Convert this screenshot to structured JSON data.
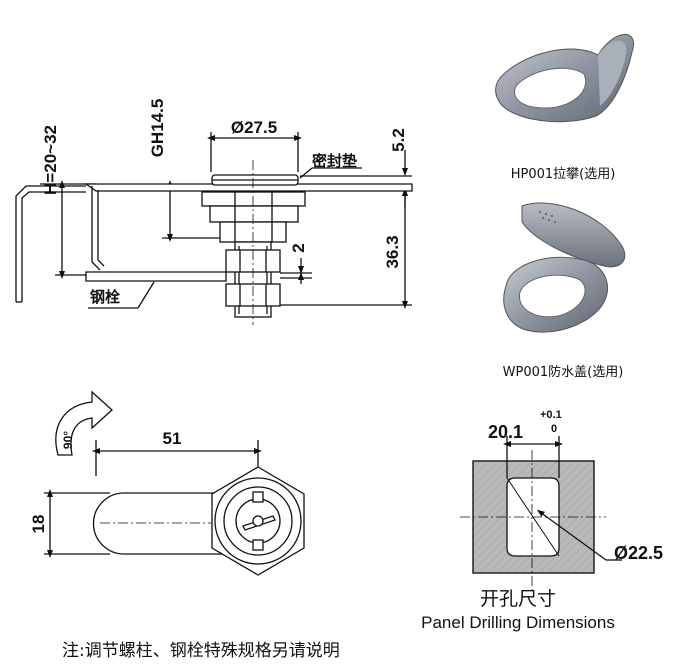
{
  "side_view": {
    "h_range": "H=20~32",
    "gh": "GH14.5",
    "diameter": "Ø27.5",
    "gasket_label": "密封垫",
    "flange_thickness": "5.2",
    "body_length": "36.3",
    "nut_gap": "2",
    "bolt_label": "钢栓"
  },
  "front_view": {
    "rotation": "90°",
    "arm_length": "51",
    "arm_width": "18"
  },
  "accessories": {
    "pull_caption": "HP001拉攀(选用)",
    "cover_caption": "WP001防水盖(选用)"
  },
  "cutout": {
    "width_value": "20.1",
    "tol_upper": "+0.1",
    "tol_lower": "0",
    "diameter": "Ø22.5",
    "title_zh": "开孔尺寸",
    "title_en": "Panel Drilling Dimensions"
  },
  "note": "注:调节螺柱、钢栓特殊规格另请说明"
}
